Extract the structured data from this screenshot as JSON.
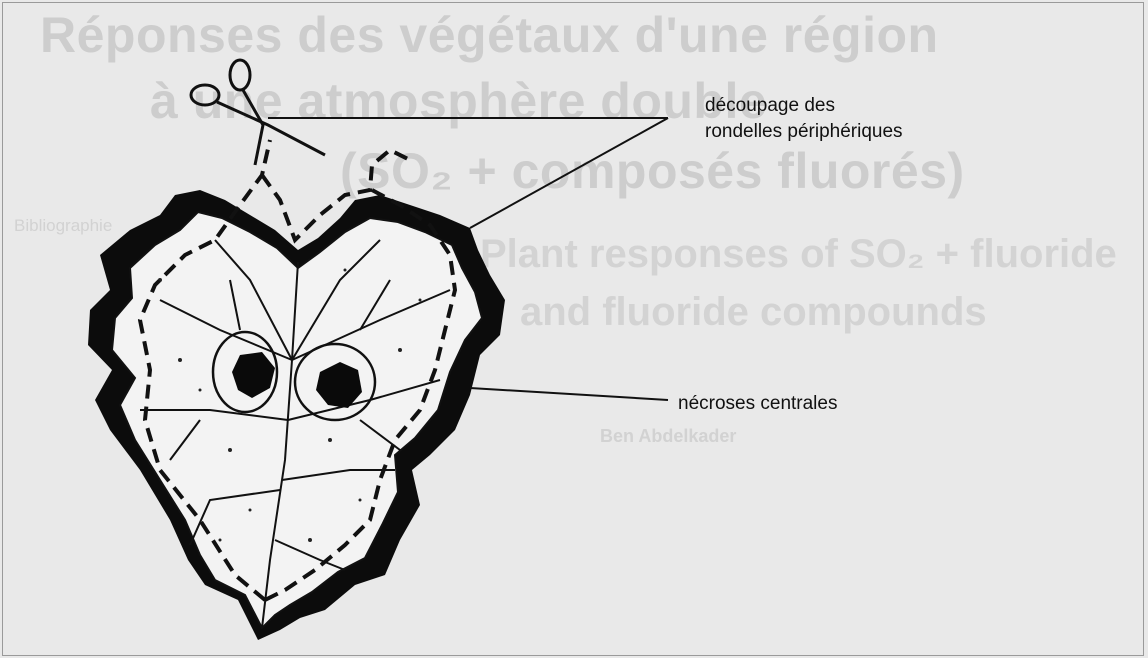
{
  "labels": {
    "cutting": [
      "découpage des",
      "rondelles périphériques"
    ],
    "necrosis": "nécroses centrales"
  },
  "bleed_through": {
    "title_lines": [
      "Réponses des végétaux d'une région",
      "à une atmosphère double",
      "(SO₂ + composés fluorés)"
    ],
    "subtitle_lines": [
      "Plant responses of SO₂ + fluoride",
      "and fluoride compounds"
    ],
    "side_text": [
      "Ben Abdelkader",
      "Bibliographie"
    ]
  },
  "colors": {
    "background": "#e9e9e9",
    "ink": "#111111",
    "leaf_fill": "#f3f3f3",
    "necrosis": "#0a0a0a"
  },
  "icons": [
    "scissors-icon"
  ]
}
